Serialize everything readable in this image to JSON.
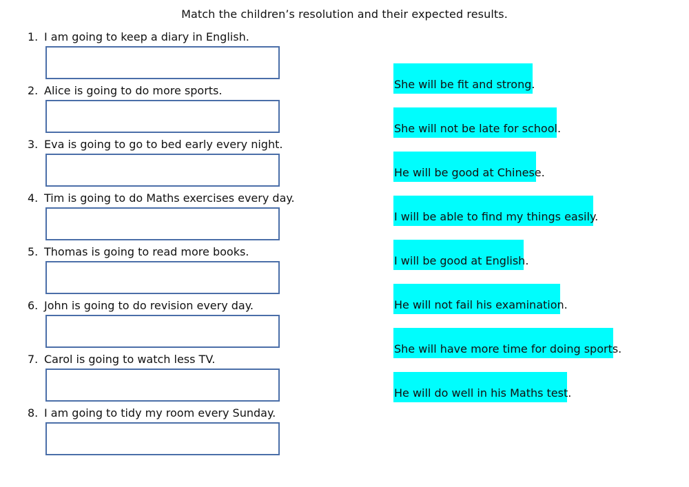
{
  "title": "Match the children’s resolution and their expected results.",
  "questions": [
    {
      "num": "1.",
      "text": "I am going to keep a diary in English."
    },
    {
      "num": "2.",
      "text": "Alice is going to do more sports."
    },
    {
      "num": "3.",
      "text": "Eva is going to go to bed early every night."
    },
    {
      "num": "4.",
      "text": "Tim is going to do Maths exercises every day."
    },
    {
      "num": "5.",
      "text": "Thomas is going to read more books."
    },
    {
      "num": "6.",
      "text": "John is going to do revision every day."
    },
    {
      "num": "7.",
      "text": "Carol is going to watch less TV."
    },
    {
      "num": "8.",
      "text": "I am going to tidy my room every Sunday."
    }
  ],
  "answers": [
    "She will be fit and strong.",
    "She will not be late for school.",
    "He will be good at Chinese.",
    "I will be able to find my things easily.",
    "I will be good at English.",
    "He will not fail his examination.",
    "She will have more time for doing sports.",
    "He will do well in his Maths test."
  ],
  "colors": {
    "answer_bg": "#00fdfd",
    "box_border": "#4a6ea8"
  }
}
